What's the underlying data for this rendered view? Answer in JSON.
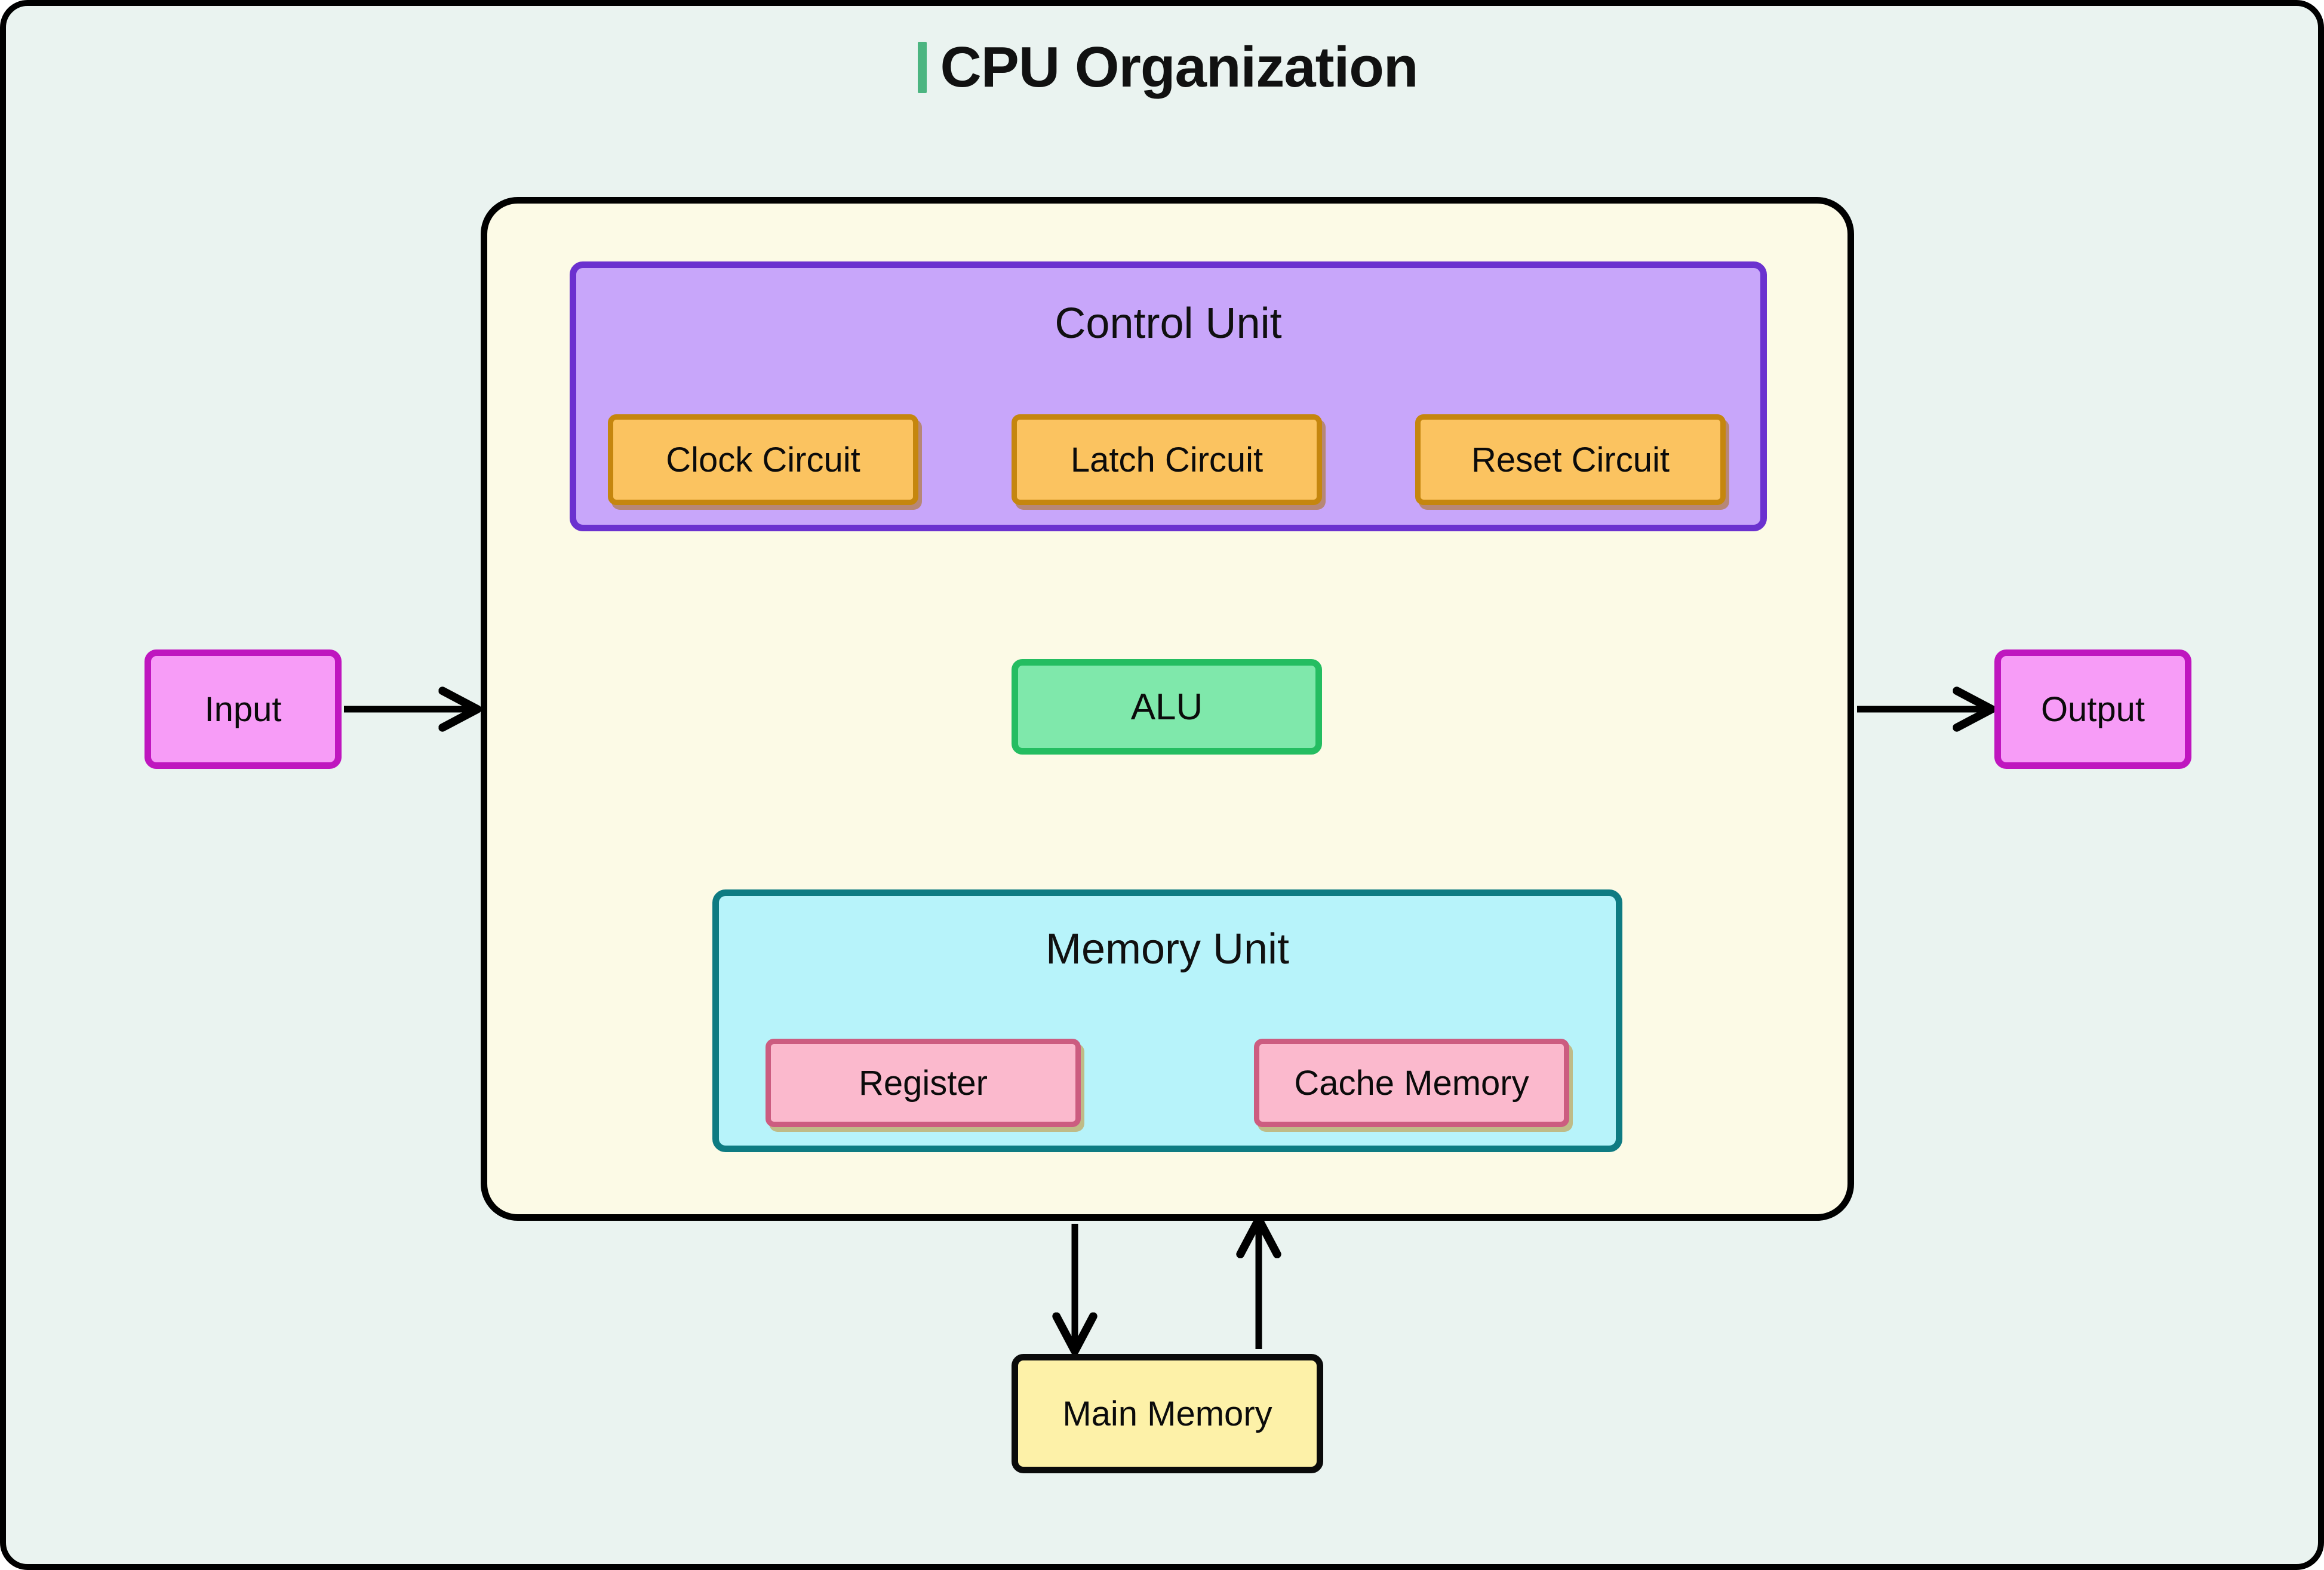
{
  "page": {
    "title": "CPU Organization",
    "background_color": "#eaf3f0",
    "accent_color": "#4cb581"
  },
  "cpu": {
    "container_fill": "#fcfae6",
    "container_border": "#000000",
    "control_unit": {
      "label": "Control Unit",
      "fill": "#c8a6fa",
      "border": "#6b31cf",
      "chips": [
        {
          "label": "Clock Circuit",
          "fill": "#fbc360",
          "border": "#c5860e"
        },
        {
          "label": "Latch Circuit",
          "fill": "#fbc360",
          "border": "#c5860e"
        },
        {
          "label": "Reset Circuit",
          "fill": "#fbc360",
          "border": "#c5860e"
        }
      ]
    },
    "alu": {
      "label": "ALU",
      "fill": "#7fe8ab",
      "border": "#24bd61"
    },
    "memory_unit": {
      "label": "Memory Unit",
      "fill": "#b7f3fa",
      "border": "#0e7b82",
      "chips": [
        {
          "label": "Register",
          "fill": "#fbb9cd",
          "border": "#cc5c80"
        },
        {
          "label": "Cache Memory",
          "fill": "#fbb9cd",
          "border": "#cc5c80"
        }
      ]
    }
  },
  "external": {
    "input": {
      "label": "Input",
      "fill": "#f79cf7",
      "border": "#bf16bf"
    },
    "output": {
      "label": "Output",
      "fill": "#f79cf7",
      "border": "#bf16bf"
    },
    "main_memory": {
      "label": "Main Memory",
      "fill": "#fdf1a8",
      "border": "#0b0b0b"
    }
  },
  "connections": [
    {
      "from": "Input",
      "to": "CPU",
      "direction": "right"
    },
    {
      "from": "CPU",
      "to": "Output",
      "direction": "right"
    },
    {
      "from": "Latch Circuit",
      "to": "ALU",
      "direction": "down"
    },
    {
      "from": "Reset Circuit",
      "to": "Memory Unit",
      "direction": "down"
    },
    {
      "from": "ALU",
      "to": "Memory Unit",
      "direction": "down"
    },
    {
      "from": "Memory Unit",
      "to": "ALU",
      "direction": "up"
    },
    {
      "from": "CPU",
      "to": "Main Memory",
      "direction": "down"
    },
    {
      "from": "Main Memory",
      "to": "CPU",
      "direction": "up"
    }
  ]
}
